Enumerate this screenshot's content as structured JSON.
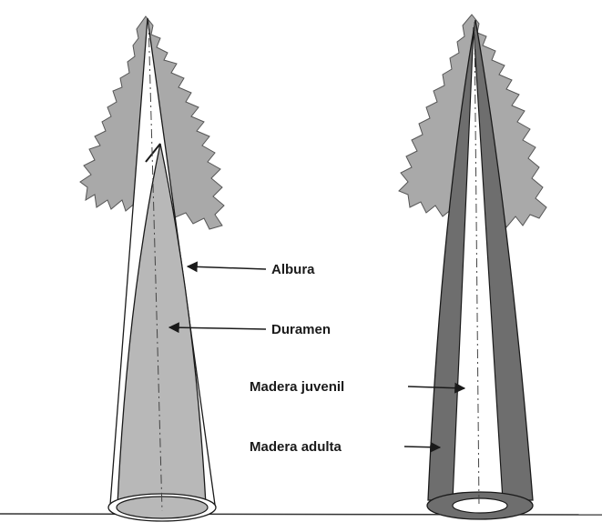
{
  "labels": {
    "sapwood": "Albura",
    "heartwood": "Duramen",
    "juvenile_wood": "Madera juvenil",
    "adult_wood": "Madera adulta"
  },
  "colors": {
    "crown": "#a9a9a9",
    "heartwood": "#b8b8b8",
    "adult_wood": "#6e6e6e",
    "outline": "#1a1a1a",
    "background": "#ffffff"
  }
}
